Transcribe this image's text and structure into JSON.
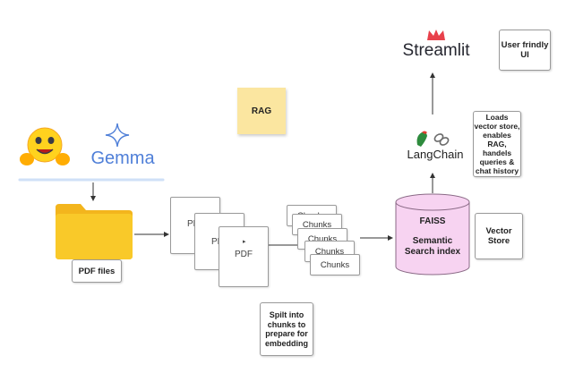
{
  "streamlit": {
    "label": "Streamlit"
  },
  "notes": {
    "ui": "User frindly UI",
    "rag": "RAG",
    "langchain_desc": "Loads vector store, enables RAG, handels queries & chat history",
    "vector_store": "Vector Store",
    "pdf_files": "PDF files",
    "split": "Spilt into chunks to prepare for embedding"
  },
  "logos": {
    "gemma": "Gemma",
    "langchain": "LangChain"
  },
  "pages": [
    "PDF",
    "PDF",
    "PDF"
  ],
  "chunks": [
    "Chunks",
    "Chunks",
    "Chunks",
    "Chunks",
    "Chunks"
  ],
  "faiss": {
    "title": "FAISS",
    "subtitle": "Semantic Search index"
  },
  "colors": {
    "folder": "#f9c929",
    "folder_tab": "#f3b51d",
    "rag_note": "#fbe6a0",
    "cylinder": "#f7d3f1",
    "gemma_blue": "#4f7fd8",
    "streamlit_red": "#e8414b"
  }
}
